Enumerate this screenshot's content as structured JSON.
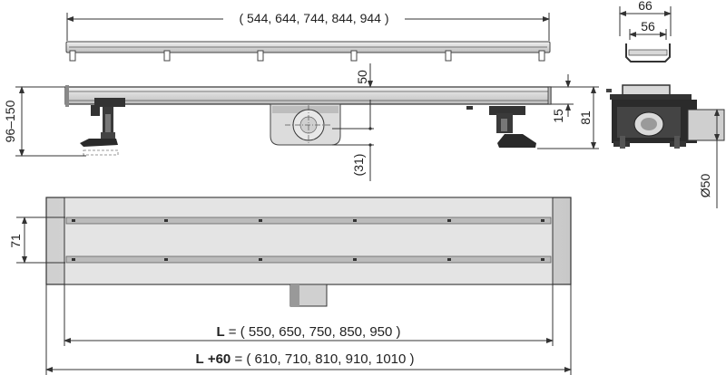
{
  "top_view": {
    "length_options_label": "( 544, 644, 744, 844, 944 )"
  },
  "end_view": {
    "outer_width": "66",
    "inner_width": "56"
  },
  "side_view": {
    "height_range": "96–150",
    "grate_offset": "50",
    "thickness": "15",
    "body_height": "81",
    "outlet_height": "(31)",
    "outlet_diameter": "Ø50"
  },
  "plan_view": {
    "width": "71",
    "length_prefix": "L",
    "length_options": "= ( 550, 650, 750, 850, 950 )",
    "total_prefix": "L",
    "total_offset": "+60",
    "total_options": "= ( 610, 710, 810, 910, 1010 )"
  }
}
